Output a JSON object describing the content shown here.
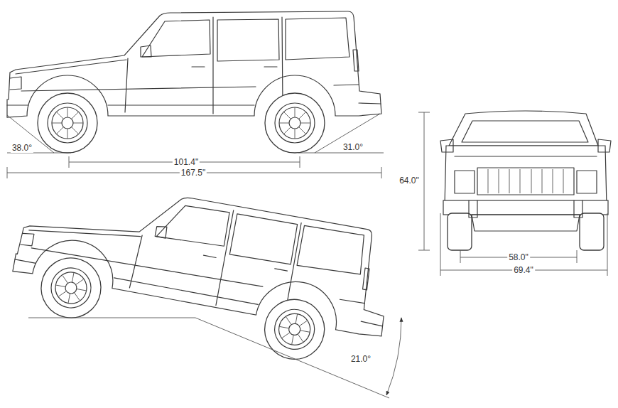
{
  "diagram": {
    "labels": [
      "38.0°",
      "101.4\"",
      "167.5\"",
      "31.0°",
      "64.0\"",
      "58.0\"",
      "69.4\"",
      "21.0°"
    ]
  }
}
